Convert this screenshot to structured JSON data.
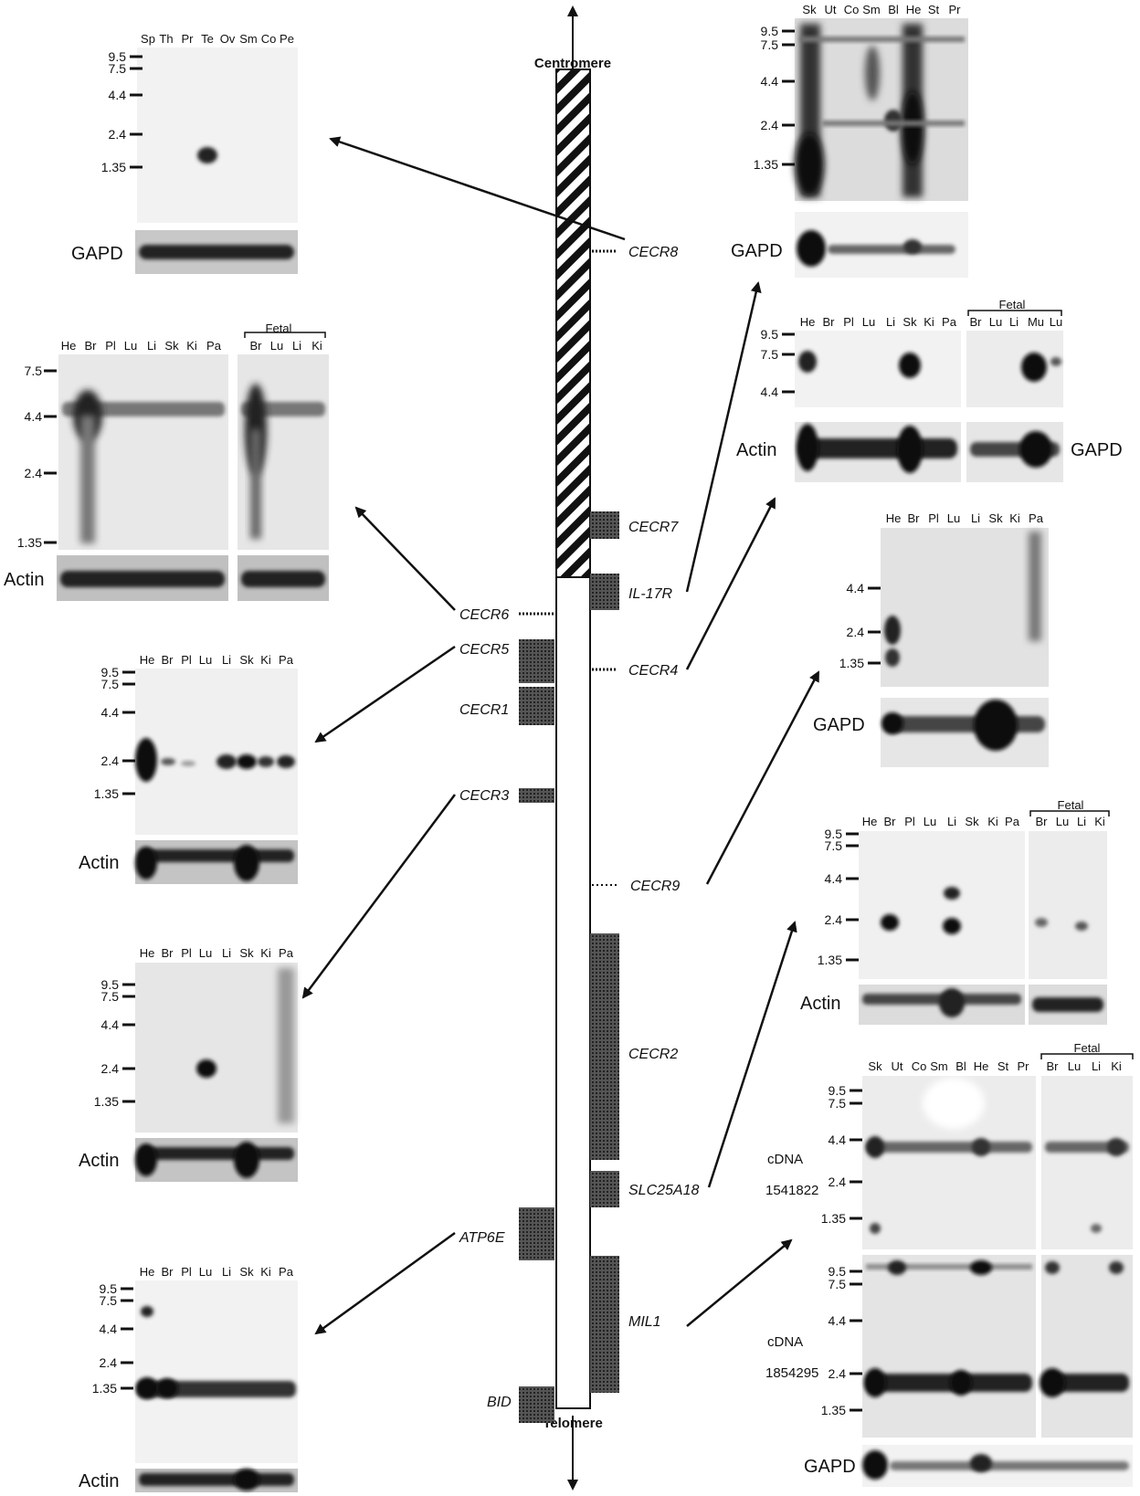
{
  "chromosome": {
    "top_label": "Centromere",
    "bottom_label": "Telomere"
  },
  "genes": {
    "cecr8": "CECR8",
    "cecr7": "CECR7",
    "il17r": "IL-17R",
    "cecr6": "CECR6",
    "cecr5": "CECR5",
    "cecr4": "CECR4",
    "cecr1": "CECR1",
    "cecr3": "CECR3",
    "cecr9": "CECR9",
    "cecr2": "CECR2",
    "slc25a18": "SLC25A18",
    "atp6e": "ATP6E",
    "mil1": "MIL1",
    "bid": "BID"
  },
  "labels": {
    "fetal": "Fetal",
    "gapd": "GAPD",
    "actin": "Actin",
    "cdna": "cDNA",
    "cdna_a": "1541822",
    "cdna_b": "1854295"
  },
  "blots": {
    "cecr8": {
      "lanes": [
        "Sp",
        "Th",
        "Pr",
        "Te",
        "Ov",
        "Sm",
        "Co",
        "Pe"
      ],
      "sizes": [
        "9.5",
        "7.5",
        "4.4",
        "2.4",
        "1.35"
      ],
      "control": "GAPD"
    },
    "cecr6": {
      "lanes": [
        "He",
        "Br",
        "Pl",
        "Lu",
        "Li",
        "Sk",
        "Ki",
        "Pa"
      ],
      "fetal_lanes": [
        "Br",
        "Lu",
        "Li",
        "Ki"
      ],
      "sizes": [
        "7.5",
        "4.4",
        "2.4",
        "1.35"
      ],
      "control": "Actin"
    },
    "cecr5": {
      "lanes": [
        "He",
        "Br",
        "Pl",
        "Lu",
        "Li",
        "Sk",
        "Ki",
        "Pa"
      ],
      "sizes": [
        "9.5",
        "7.5",
        "4.4",
        "2.4",
        "1.35"
      ],
      "control": "Actin"
    },
    "cecr3": {
      "lanes": [
        "He",
        "Br",
        "Pl",
        "Lu",
        "Li",
        "Sk",
        "Ki",
        "Pa"
      ],
      "sizes": [
        "9.5",
        "7.5",
        "4.4",
        "2.4",
        "1.35"
      ],
      "control": "Actin"
    },
    "atp6e": {
      "lanes": [
        "He",
        "Br",
        "Pl",
        "Lu",
        "Li",
        "Sk",
        "Ki",
        "Pa"
      ],
      "sizes": [
        "9.5",
        "7.5",
        "4.4",
        "2.4",
        "1.35"
      ],
      "control": "Actin"
    },
    "il17r": {
      "lanes": [
        "Sk",
        "Ut",
        "Co",
        "Sm",
        "Bl",
        "He",
        "St",
        "Pr"
      ],
      "sizes": [
        "9.5",
        "7.5",
        "4.4",
        "2.4",
        "1.35"
      ],
      "control": "GAPD"
    },
    "cecr4": {
      "lanes": [
        "He",
        "Br",
        "Pl",
        "Lu",
        "Li",
        "Sk",
        "Ki",
        "Pa"
      ],
      "fetal_lanes": [
        "Br",
        "Lu",
        "Li",
        "Mu",
        "Lu"
      ],
      "sizes": [
        "9.5",
        "7.5",
        "4.4"
      ],
      "control": "Actin",
      "fetal_control": "GAPD"
    },
    "cecr9": {
      "lanes": [
        "He",
        "Br",
        "Pl",
        "Lu",
        "Li",
        "Sk",
        "Ki",
        "Pa"
      ],
      "sizes": [
        "4.4",
        "2.4",
        "1.35"
      ],
      "control": "GAPD"
    },
    "slc25a18": {
      "lanes": [
        "He",
        "Br",
        "Pl",
        "Lu",
        "Li",
        "Sk",
        "Ki",
        "Pa"
      ],
      "fetal_lanes": [
        "Br",
        "Lu",
        "Li",
        "Ki"
      ],
      "sizes": [
        "9.5",
        "7.5",
        "4.4",
        "2.4",
        "1.35"
      ],
      "control": "Actin"
    },
    "mil1": {
      "lanes": [
        "Sk",
        "Ut",
        "Co",
        "Sm",
        "Bl",
        "He",
        "St",
        "Pr"
      ],
      "fetal_lanes": [
        "Br",
        "Lu",
        "Li",
        "Ki"
      ],
      "sizes_a": [
        "9.5",
        "7.5",
        "4.4",
        "2.4",
        "1.35"
      ],
      "sizes_b": [
        "9.5",
        "7.5",
        "4.4",
        "2.4",
        "1.35"
      ],
      "control": "GAPD"
    }
  },
  "colors": {
    "ink": "#111111",
    "blot_bg": "#f0f0f0",
    "band": "#1a1a1a",
    "block": "#444444"
  }
}
